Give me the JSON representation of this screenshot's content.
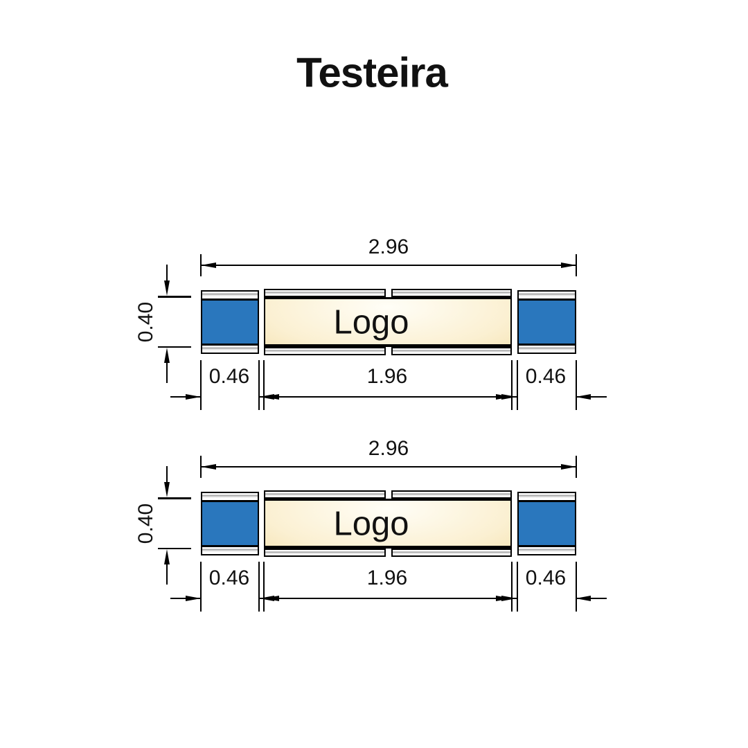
{
  "title": "Testeira",
  "colors": {
    "background": "#FFFFFF",
    "line": "#000000",
    "text": "#111111",
    "blue_panel": "#2A77BD",
    "cream_center": "#FFFEF7",
    "cream_mid": "#FBF0D2",
    "cream_edge": "#F2DCA2",
    "rail_gray": "#A0A0A0"
  },
  "diagrams": [
    {
      "logo_label": "Logo",
      "dimensions": {
        "total_width": "2.96",
        "panel_height": "0.40",
        "left_module": "0.46",
        "logo_module": "1.96",
        "right_module": "0.46"
      }
    },
    {
      "logo_label": "Logo",
      "dimensions": {
        "total_width": "2.96",
        "panel_height": "0.40",
        "left_module": "0.46",
        "logo_module": "1.96",
        "right_module": "0.46"
      }
    }
  ]
}
